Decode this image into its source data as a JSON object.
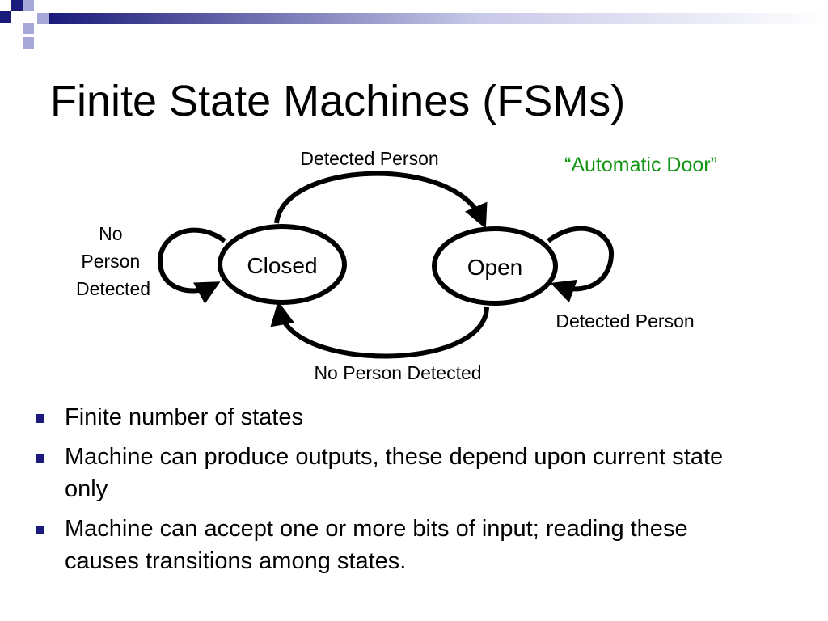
{
  "slide": {
    "title": "Finite State Machines (FSMs)"
  },
  "diagram": {
    "caption_open_quote": "“",
    "caption": "Automatic Door",
    "caption_close_quote": "”",
    "states": [
      {
        "id": "closed",
        "label": "Closed"
      },
      {
        "id": "open",
        "label": "Open"
      }
    ],
    "transitions": [
      {
        "from": "closed",
        "to": "open",
        "label": "Detected Person"
      },
      {
        "from": "open",
        "to": "closed",
        "label": "No Person Detected"
      },
      {
        "from": "closed",
        "to": "closed",
        "label_lines": [
          "No",
          "Person",
          "Detected"
        ]
      },
      {
        "from": "open",
        "to": "open",
        "label": "Detected Person"
      }
    ]
  },
  "bullets": [
    "Finite number of states",
    "Machine can produce outputs, these depend upon current state only",
    "Machine can accept one or more bits of input; reading these causes transitions among states."
  ],
  "colors": {
    "bullet": "#1a1a7a",
    "caption": "#129612",
    "deco_dark": "#1a1a7a",
    "deco_light": "#a8a8d8"
  }
}
